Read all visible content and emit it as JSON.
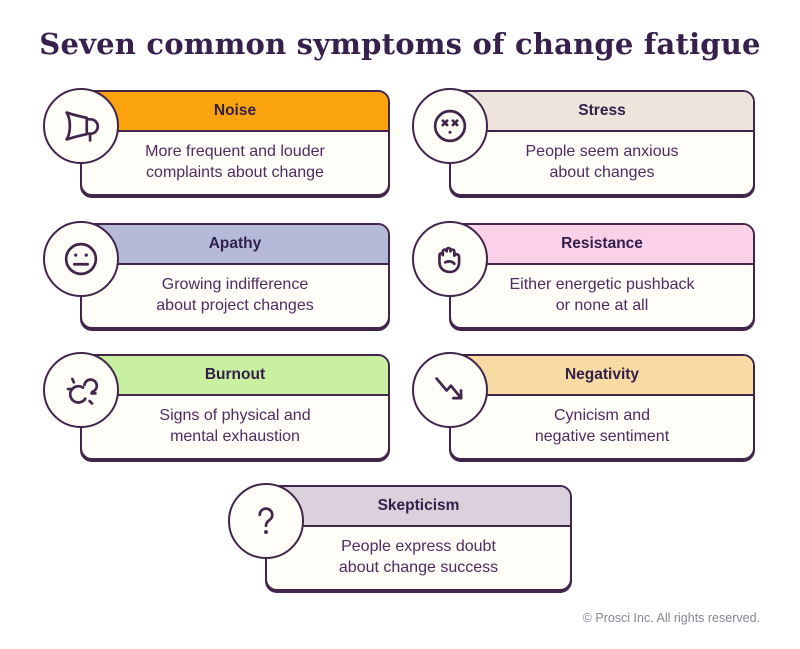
{
  "title": "Seven common symptoms of change fatigue",
  "footer": "© Prosci Inc. All rights reserved.",
  "colors": {
    "ink": "#42254B",
    "title_text": "#38204C",
    "header_text": "#32204A",
    "body_text": "#4F2B60",
    "card_background": "#FFFDF7",
    "page_background": "#FFFFFF",
    "footer_text": "#8A8494"
  },
  "cards": [
    {
      "label": "Noise",
      "header_color": "#FBA30C",
      "icon": "megaphone-icon",
      "desc": [
        "More frequent and louder",
        "complaints about change"
      ]
    },
    {
      "label": "Stress",
      "header_color": "#EFE4DB",
      "icon": "dizzy-face-icon",
      "desc": [
        "People seem anxious",
        "about changes"
      ]
    },
    {
      "label": "Apathy",
      "header_color": "#B6BAD9",
      "icon": "neutral-face-icon",
      "desc": [
        "Growing indifference",
        "about project changes"
      ]
    },
    {
      "label": "Resistance",
      "header_color": "#FBD0E9",
      "icon": "fist-icon",
      "desc": [
        "Either energetic pushback",
        "or none at all"
      ]
    },
    {
      "label": "Burnout",
      "header_color": "#C8F0A0",
      "icon": "dizzy-swirl-icon",
      "desc": [
        "Signs of physical and",
        "mental exhaustion"
      ]
    },
    {
      "label": "Negativity",
      "header_color": "#F8DBA3",
      "icon": "trend-down-icon",
      "desc": [
        "Cynicism and",
        "negative sentiment"
      ]
    },
    {
      "label": "Skepticism",
      "header_color": "#DBD1DD",
      "icon": "question-mark-icon",
      "desc": [
        "People express doubt",
        "about change success"
      ]
    }
  ]
}
